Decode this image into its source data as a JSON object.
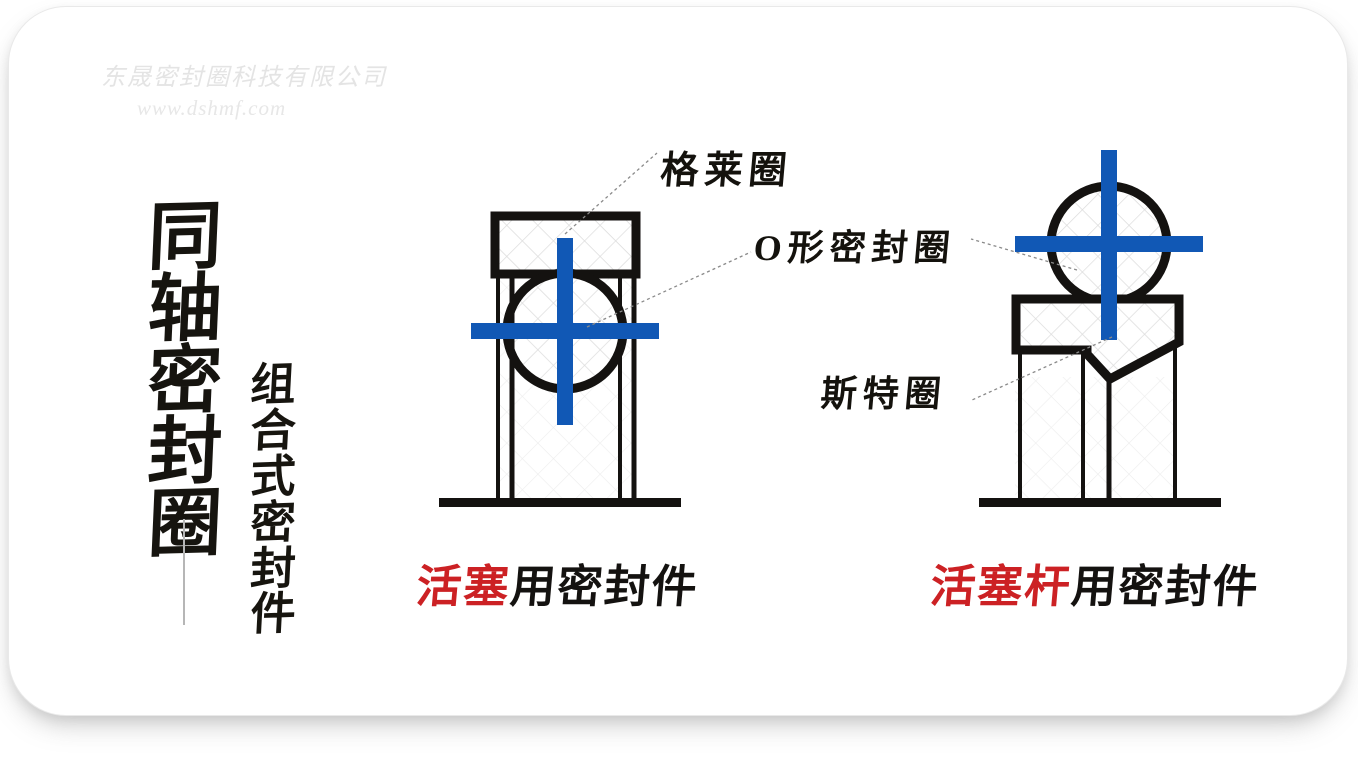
{
  "watermark": {
    "company": "东晟密封圈科技有限公司",
    "website": "www.dshmf.com"
  },
  "title": {
    "main_chars": [
      "同",
      "轴",
      "密",
      "封",
      "圈"
    ],
    "main_text": "同轴密封圈",
    "sub_chars": [
      "组",
      "合",
      "式",
      "密",
      "封",
      "件"
    ],
    "sub_text": "组合式密封件"
  },
  "annotations": [
    {
      "key": "glyd_ring",
      "label": "格莱圈"
    },
    {
      "key": "o_ring",
      "label": "O形密封圈"
    },
    {
      "key": "step_seal",
      "label": "斯特圈"
    }
  ],
  "annotation_labels": {
    "glyd_ring": "格莱圈",
    "o_ring": "O形密封圈",
    "step_seal": "斯特圈"
  },
  "captions": {
    "left": {
      "highlight": "活塞",
      "rest": "用密封件",
      "full": "活塞用密封件"
    },
    "right": {
      "highlight": "活塞杆",
      "rest": "用密封件",
      "full": "活塞杆用密封件"
    }
  },
  "colors": {
    "blue_axis": "#1158b5",
    "ink_black": "#141210",
    "caption_red": "#cc2124",
    "hatch_grey": "#d8d8d8",
    "card_white": "#ffffff",
    "watermark_grey": "#e4e4e4"
  },
  "diagrams": {
    "left": {
      "name": "piston-seal-cross-section",
      "parts": [
        "格莱圈",
        "O形密封圈"
      ],
      "has_center_cross": true
    },
    "right": {
      "name": "piston-rod-seal-cross-section",
      "parts": [
        "O形密封圈",
        "斯特圈"
      ],
      "has_center_cross": true
    }
  }
}
